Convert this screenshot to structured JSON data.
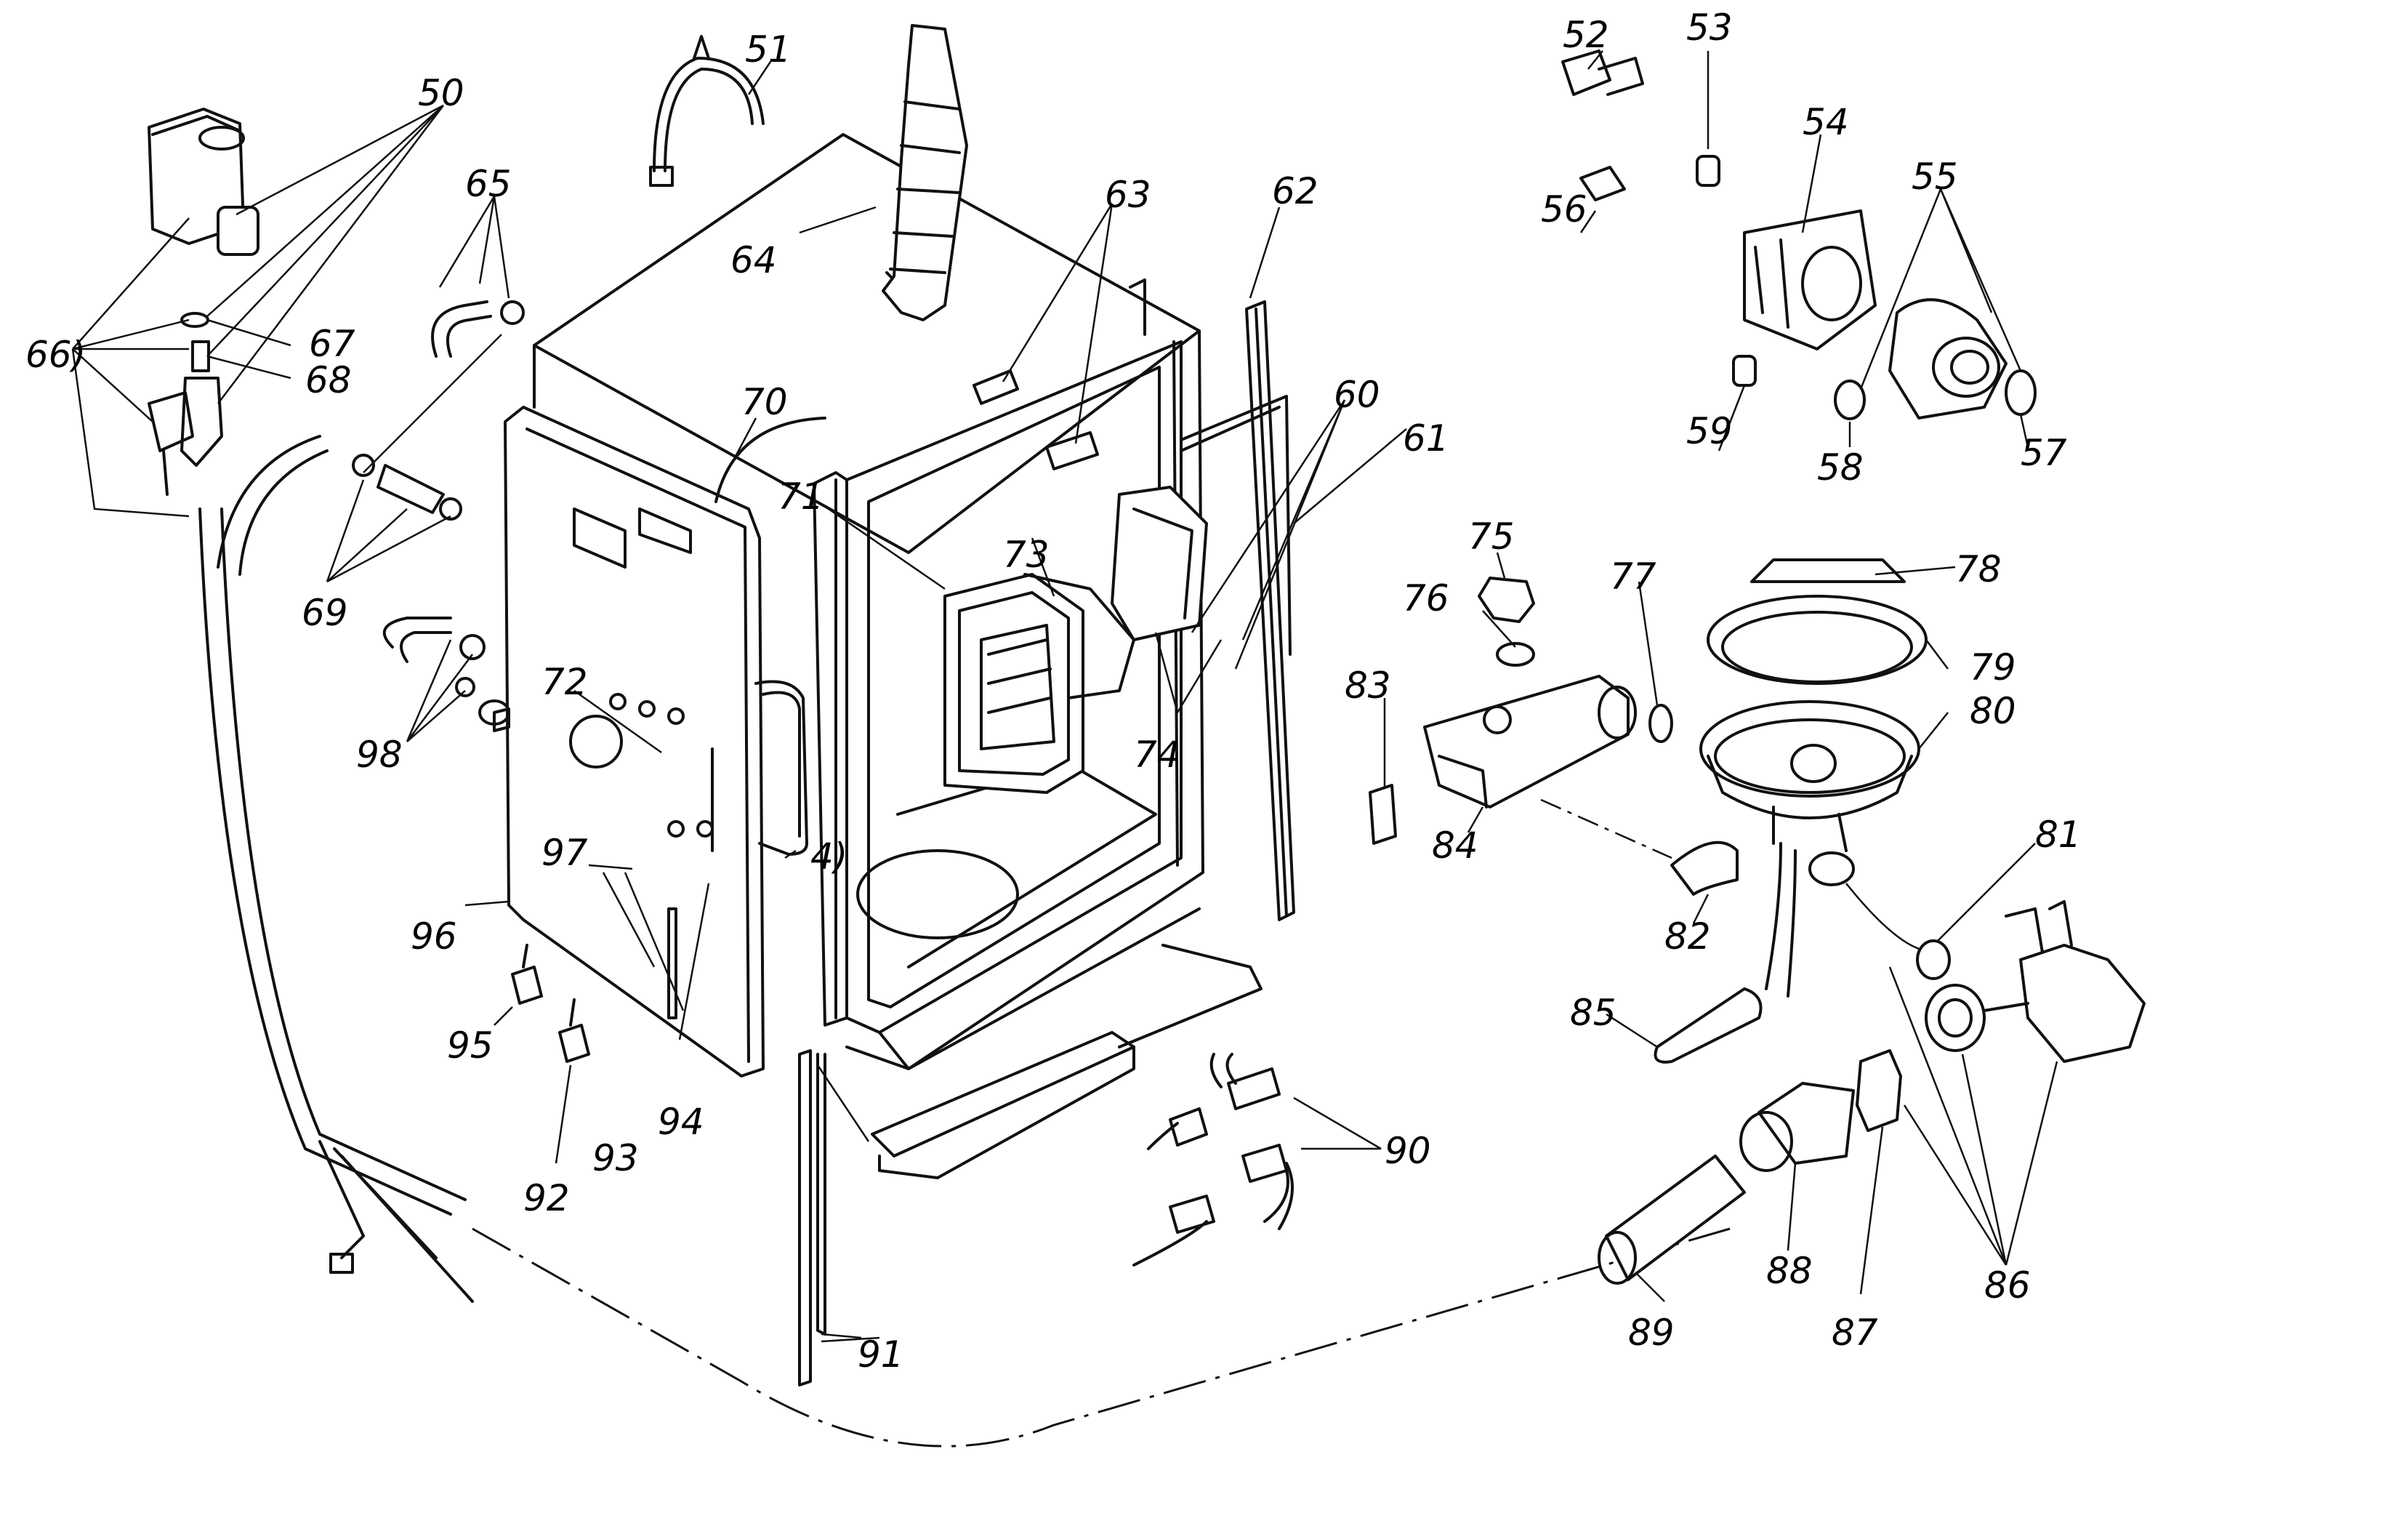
{
  "labels": {
    "l50": "50",
    "l51": "51",
    "l52": "52",
    "l53": "53",
    "l54": "54",
    "l55": "55",
    "l56": "56",
    "l57": "57",
    "l58": "58",
    "l59": "59",
    "l60": "60",
    "l61": "61",
    "l62": "62",
    "l63": "63",
    "l64": "64",
    "l65": "65",
    "l66": "66)",
    "l67": "67",
    "l68": "68",
    "l69": "69",
    "l70": "70",
    "l71": "71",
    "l72": "72",
    "l73": "73",
    "l74": "74",
    "l75": "75",
    "l76": "76",
    "l77": "77",
    "l78": "78",
    "l79": "79",
    "l80": "80",
    "l81": "81",
    "l82": "82",
    "l83": "83",
    "l84": "84",
    "l85": "85",
    "l86": "86",
    "l87": "87",
    "l88": "88",
    "l89": "89",
    "l90": "90",
    "l91": "91",
    "l92": "92",
    "l93": "93",
    "l94": "94",
    "l95": "95",
    "l96": "96",
    "l97": "97",
    "l98": "98",
    "l4": "4)"
  }
}
